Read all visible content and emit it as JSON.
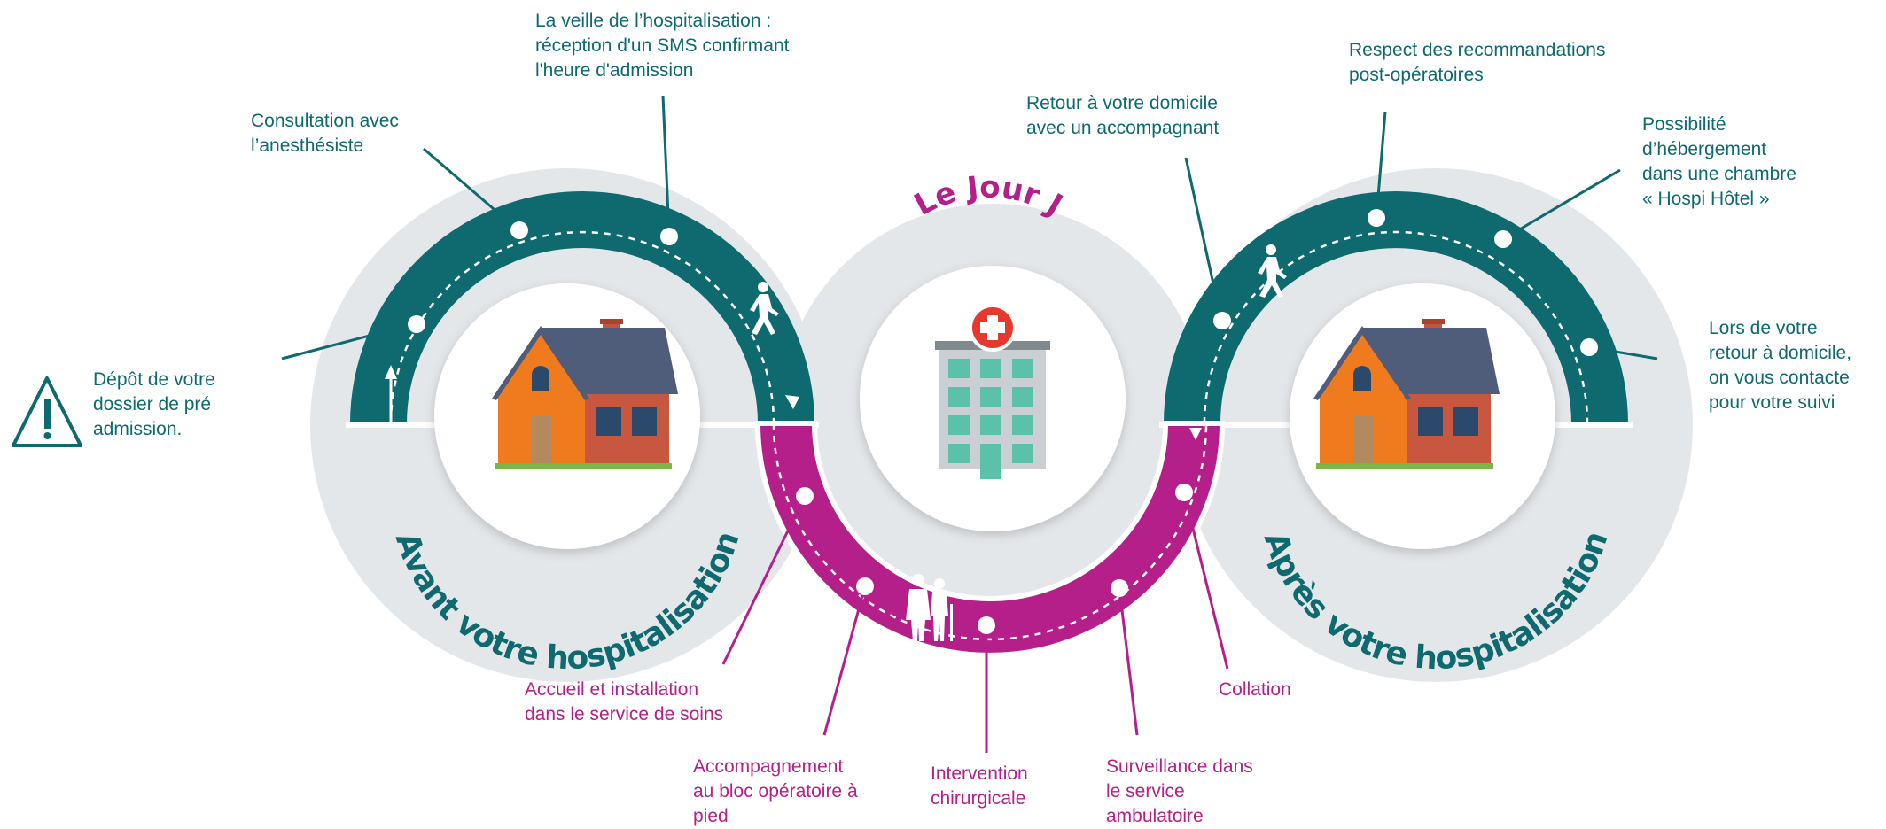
{
  "colors": {
    "teal": "#0e6a6f",
    "magenta": "#b41f8a",
    "light_gray": "#e4e7ea"
  },
  "sections": {
    "before": "Avant votre hospitalisation",
    "day": "Le Jour J",
    "after": "Après votre hospitalisation"
  },
  "steps_before": [
    {
      "text": "Dépôt de votre\ndossier de pré\nadmission.",
      "icon": "warning-icon"
    },
    {
      "text": "Consultation avec\nl’anesthésiste"
    },
    {
      "text": "La veille de l’hospitalisation :\nréception d'un SMS confirmant\nl'heure d'admission"
    }
  ],
  "steps_day": [
    {
      "text": "Accueil et installation\ndans le service de soins"
    },
    {
      "text": "Accompagnement\nau bloc opératoire à\npied"
    },
    {
      "text": "Intervention\nchirurgicale"
    },
    {
      "text": "Surveillance dans\nle service\nambulatoire"
    },
    {
      "text": "Collation"
    },
    {
      "text": "Retour  à  votre  domicile\navec un accompagnant"
    }
  ],
  "steps_after": [
    {
      "text": "Respect des recommandations\npost-opératoires"
    },
    {
      "text": "Possibilité\nd’hébergement\ndans une chambre\n« Hospi Hôtel »"
    },
    {
      "text": "Lors de votre\nretour à domicile,\non vous contacte\npour votre suivi"
    }
  ],
  "icons": [
    "house-icon",
    "hospital-icon",
    "walking-person-icon",
    "nurse-patient-icon",
    "warning-icon"
  ]
}
